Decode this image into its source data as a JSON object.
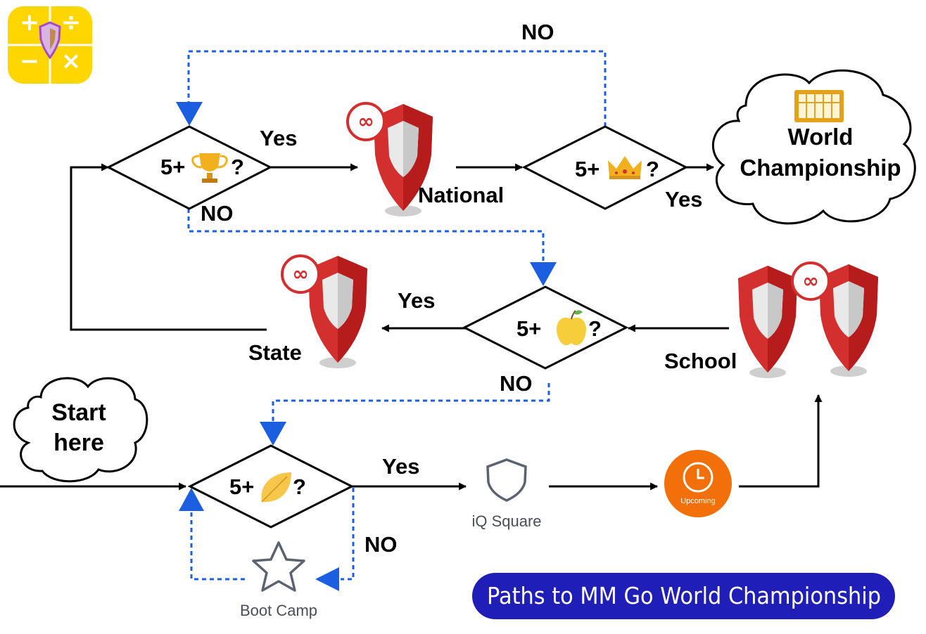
{
  "app_icon": {
    "name": "calculator-shield-icon",
    "bg_color": "#ffd600"
  },
  "clouds": {
    "start": {
      "line1": "Start",
      "line2": "here"
    },
    "goal": {
      "line1": "World",
      "line2": "Championship"
    }
  },
  "decisions": {
    "trophy": {
      "prefix": "5+",
      "suffix": "?",
      "icon": "trophy-icon"
    },
    "crown": {
      "prefix": "5+",
      "suffix": "?",
      "icon": "crown-icon"
    },
    "apple": {
      "prefix": "5+",
      "suffix": "?",
      "icon": "apple-icon"
    },
    "leaf": {
      "prefix": "5+",
      "suffix": "?",
      "icon": "leaf-icon"
    }
  },
  "edge_labels": {
    "trophy_yes": "Yes",
    "trophy_no": "NO",
    "crown_yes": "Yes",
    "crown_no": "NO",
    "apple_yes": "Yes",
    "apple_no": "NO",
    "leaf_yes": "Yes",
    "leaf_no": "NO"
  },
  "stages": {
    "national": "National",
    "state": "State",
    "school": "School",
    "iq_square": "iQ Square",
    "boot_camp": "Boot Camp",
    "upcoming": "Upcoming"
  },
  "banner": {
    "text": "Paths to MM Go World Championship",
    "color": "#1f1fb8"
  },
  "colors": {
    "pin_red": "#d32f2f",
    "pin_dark": "#b71c1c",
    "dashed_blue": "#1b5ee0",
    "upcoming_orange": "#f26f0a",
    "iq_gray": "#5b6270"
  }
}
